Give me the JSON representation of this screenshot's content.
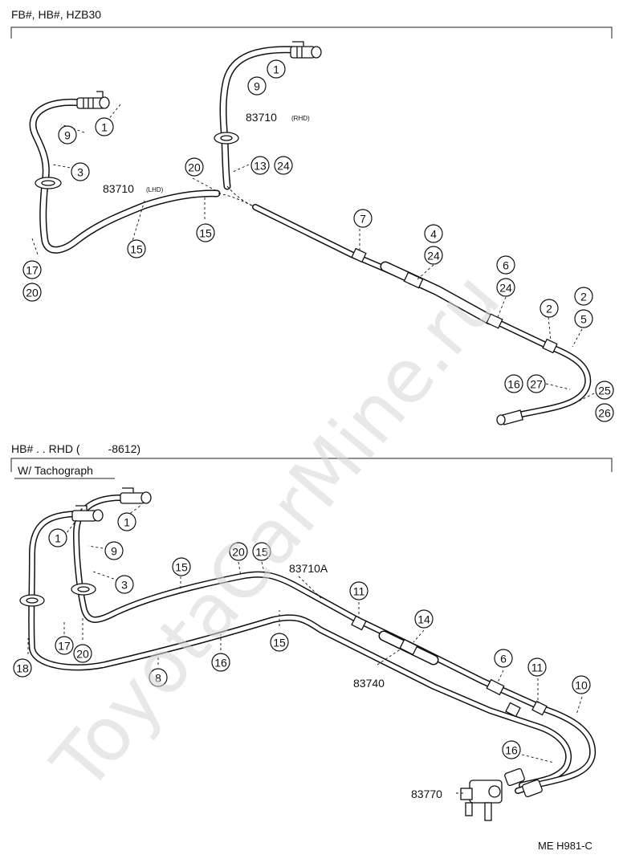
{
  "sections": {
    "top": {
      "header": "FB#, HB#, HZB30",
      "part_labels": [
        "83710",
        "83710"
      ],
      "part_label_suffixes": [
        "(RHD)",
        "(LHD)"
      ]
    },
    "bottom": {
      "header": "HB# . . RHD (         -8612)",
      "sub_header": "W/ Tachograph",
      "part_labels": [
        "83710A",
        "83740",
        "83770"
      ]
    }
  },
  "callouts_top": [
    "1",
    "9",
    "1",
    "9",
    "3",
    "20",
    "13",
    "24",
    "15",
    "15",
    "17",
    "20",
    "7",
    "4",
    "24",
    "6",
    "24",
    "2",
    "2",
    "5",
    "16",
    "27",
    "25",
    "26"
  ],
  "callouts_bottom": [
    "1",
    "1",
    "9",
    "3",
    "15",
    "20",
    "15",
    "11",
    "17",
    "20",
    "18",
    "8",
    "16",
    "15",
    "14",
    "6",
    "11",
    "10",
    "16"
  ],
  "footer_code": "ME H981-C",
  "watermark": "ToyotaCarMine.ru"
}
